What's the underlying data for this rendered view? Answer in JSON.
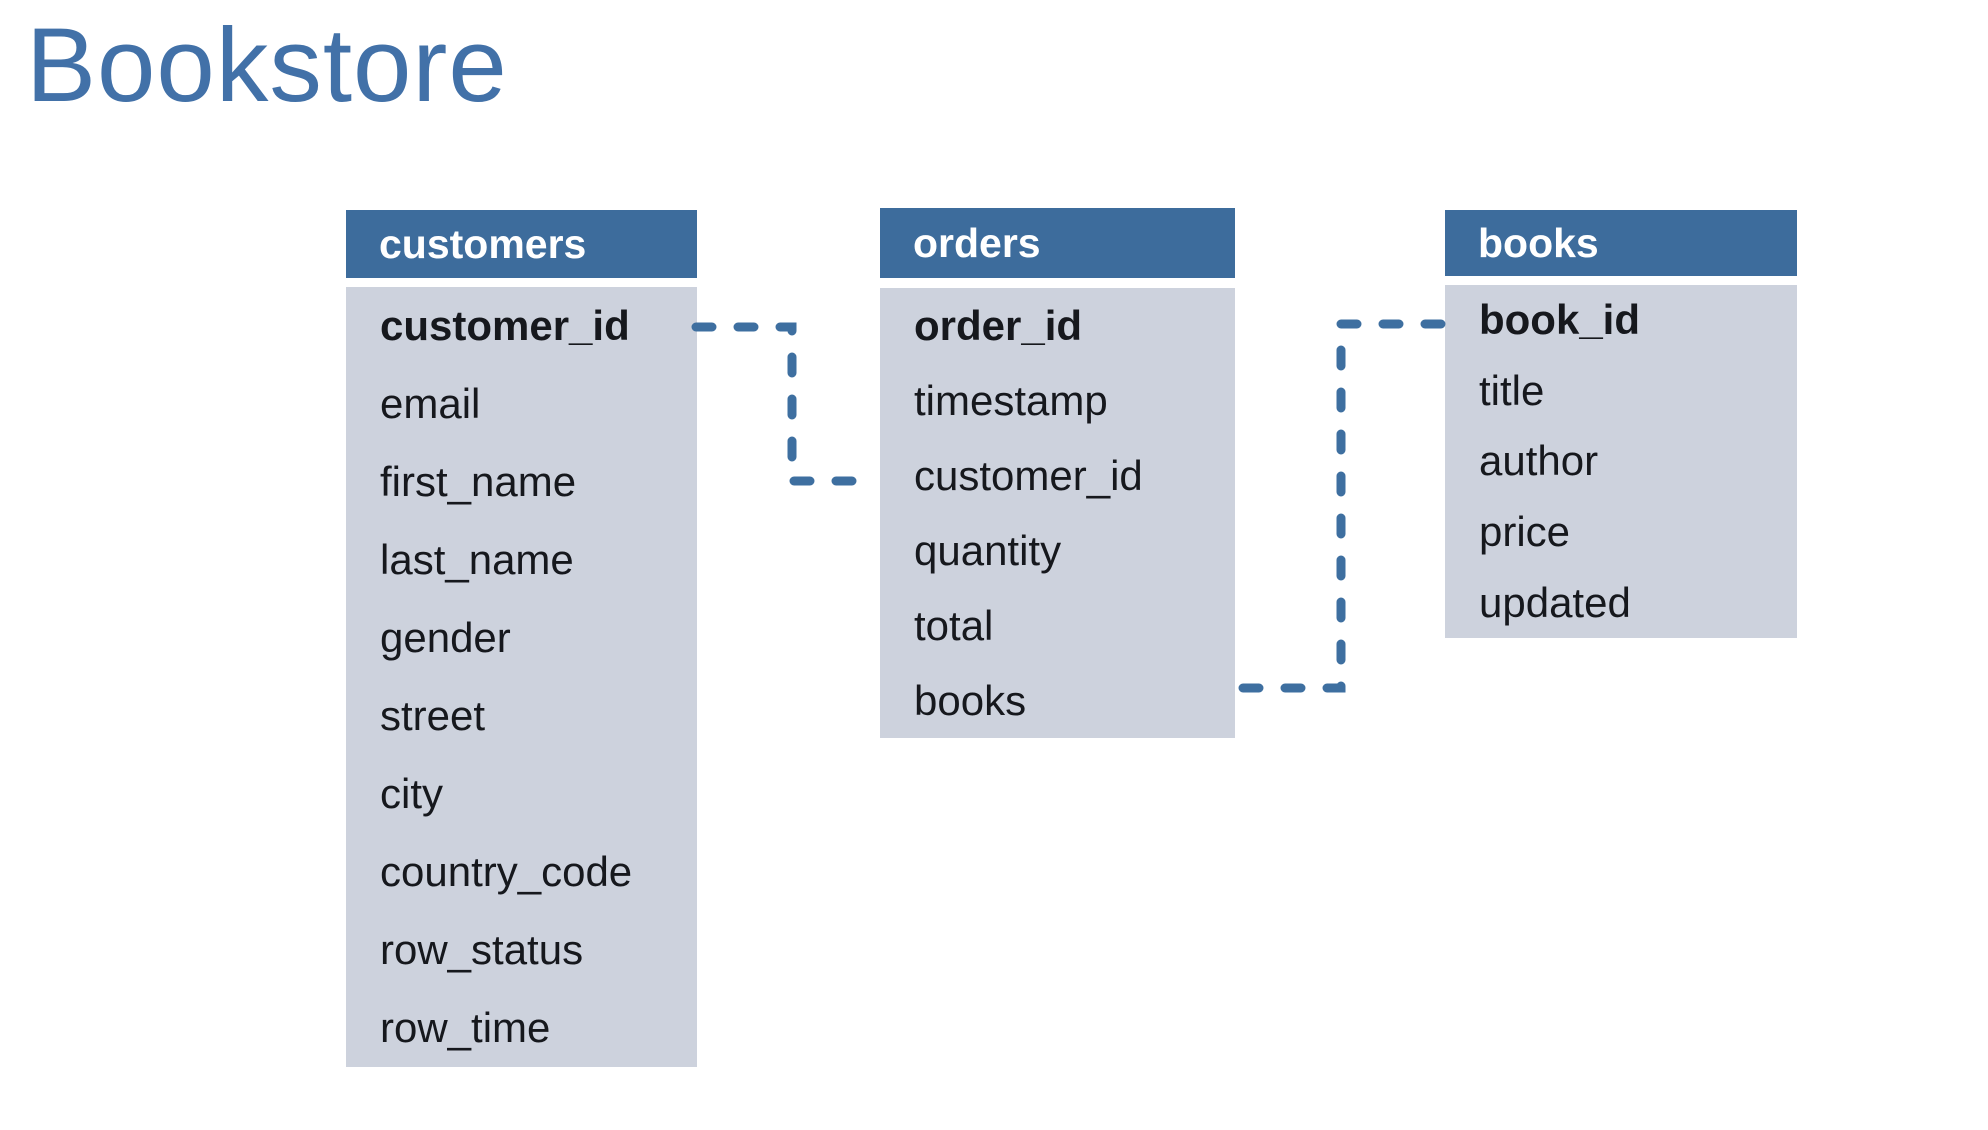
{
  "page": {
    "title": "Bookstore"
  },
  "colors": {
    "title_text": "#4271A8",
    "header_bg": "#3D6C9C",
    "header_text": "#FFFFFF",
    "body_bg": "#CDD2DD",
    "field_text": "#16181D",
    "connector": "#3E6FA0",
    "page_bg": "#FFFFFF"
  },
  "tables": [
    {
      "name": "customers",
      "fields": [
        {
          "label": "customer_id",
          "primary": true
        },
        {
          "label": "email",
          "primary": false
        },
        {
          "label": "first_name",
          "primary": false
        },
        {
          "label": "last_name",
          "primary": false
        },
        {
          "label": "gender",
          "primary": false
        },
        {
          "label": "street",
          "primary": false
        },
        {
          "label": "city",
          "primary": false
        },
        {
          "label": "country_code",
          "primary": false
        },
        {
          "label": "row_status",
          "primary": false
        },
        {
          "label": "row_time",
          "primary": false
        }
      ]
    },
    {
      "name": "orders",
      "fields": [
        {
          "label": "order_id",
          "primary": true
        },
        {
          "label": "timestamp",
          "primary": false
        },
        {
          "label": "customer_id",
          "primary": false
        },
        {
          "label": "quantity",
          "primary": false
        },
        {
          "label": "total",
          "primary": false
        },
        {
          "label": "books",
          "primary": false
        }
      ]
    },
    {
      "name": "books",
      "fields": [
        {
          "label": "book_id",
          "primary": true
        },
        {
          "label": "title",
          "primary": false
        },
        {
          "label": "author",
          "primary": false
        },
        {
          "label": "price",
          "primary": false
        },
        {
          "label": "updated",
          "primary": false
        }
      ]
    }
  ],
  "relations": [
    {
      "from_table": "customers",
      "from_field": "customer_id",
      "to_table": "orders",
      "to_field": "customer_id"
    },
    {
      "from_table": "orders",
      "from_field": "books",
      "to_table": "books",
      "to_field": "book_id"
    }
  ]
}
